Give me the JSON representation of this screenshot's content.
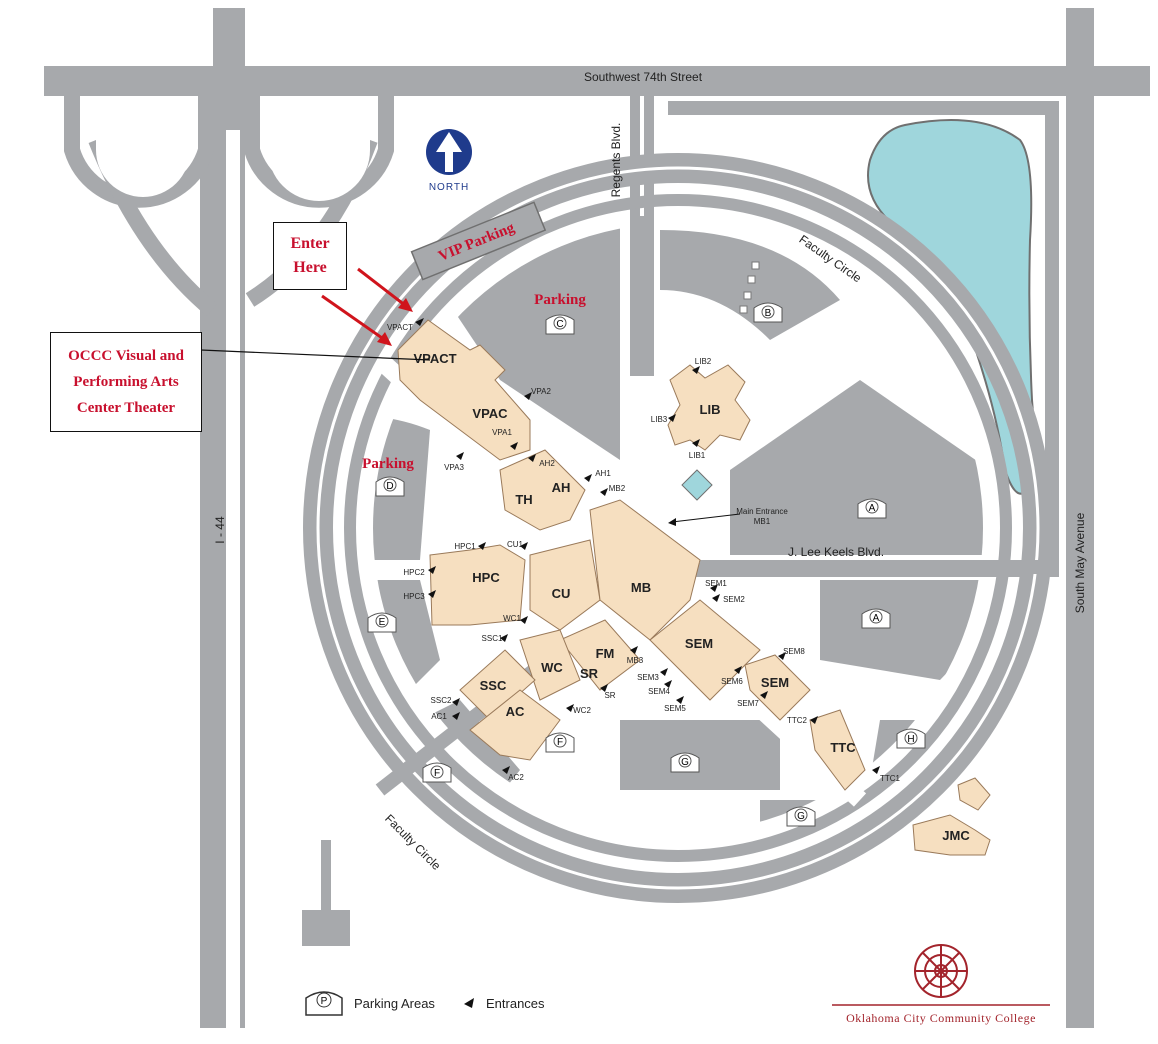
{
  "roads": {
    "sw74": "Southwest 74th Street",
    "regents": "Regents Blvd.",
    "faculty_circle_ne": "Faculty Circle",
    "faculty_circle_sw": "Faculty Circle",
    "keels": "J. Lee Keels Blvd.",
    "may": "South May Avenue",
    "i44": "I - 44"
  },
  "compass": {
    "label": "NORTH"
  },
  "labels": {
    "vip_parking": "VIP Parking",
    "parking_c": "Parking",
    "parking_d": "Parking",
    "main_entrance_line1": "Main Entrance",
    "main_entrance_line2": "MB1"
  },
  "callouts": {
    "enter_line1": "Enter",
    "enter_line2": "Here",
    "occc_line1": "OCCC Visual and",
    "occc_line2": "Performing Arts",
    "occc_line3": "Center Theater"
  },
  "buildings": {
    "vpact": "VPACT",
    "vpac": "VPAC",
    "lib": "LIB",
    "th": "TH",
    "ah": "AH",
    "hpc": "HPC",
    "cu": "CU",
    "mb": "MB",
    "sem": "SEM",
    "sem2": "SEM",
    "fm": "FM",
    "sr": "SR",
    "wc": "WC",
    "ssc": "SSC",
    "ac": "AC",
    "ttc": "TTC",
    "jmc": "JMC"
  },
  "parking_lots": {
    "a1": "A",
    "a2": "A",
    "b": "B",
    "c": "C",
    "d": "D",
    "e": "E",
    "f1": "F",
    "f2": "F",
    "g1": "G",
    "g2": "G",
    "h": "H"
  },
  "entrances": {
    "vpact1": "VPACT",
    "vpa2": "VPA2",
    "vpa1": "VPA1",
    "vpa3": "VPA3",
    "ah2": "AH2",
    "ah1": "AH1",
    "mb2": "MB2",
    "lib2": "LIB2",
    "lib3": "LIB3",
    "lib1": "LIB1",
    "hpc1": "HPC1",
    "cu1": "CU1",
    "hpc2": "HPC2",
    "hpc3": "HPC3",
    "wc1": "WC1",
    "ssc1": "SSC1",
    "ssc2": "SSC2",
    "ac1": "AC1",
    "wc2": "WC2",
    "ac2": "AC2",
    "sr": "SR",
    "mb3": "MB3",
    "sem3": "SEM3",
    "sem4": "SEM4",
    "sem5": "SEM5",
    "sem1": "SEM1",
    "sem2": "SEM2",
    "sem6": "SEM6",
    "sem7": "SEM7",
    "sem8": "SEM8",
    "ttc2": "TTC2",
    "ttc1": "TTC1"
  },
  "legend": {
    "parking_symbol": "P",
    "parking": "Parking Areas",
    "entrances": "Entrances"
  },
  "logo": {
    "name": "Oklahoma City Community College"
  },
  "colors": {
    "road": "#9d9fa2",
    "lot": "#a7a9ac",
    "building": "#f6dfc0",
    "lake": "#9fd6dc",
    "accent": "#c8102e"
  }
}
